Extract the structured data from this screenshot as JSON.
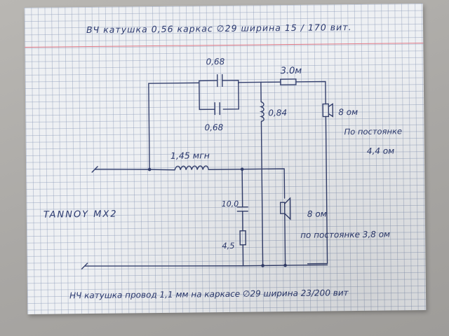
{
  "sheet": {
    "top_note": "ВЧ катушка 0,56 каркас ∅29 ширина 15 / 170 вит.",
    "bottom_note": "НЧ катушка провод 1,1 мм на каркасе ∅29 ширина 23/200 вит",
    "model": "TANNOY MX2"
  },
  "schematic": {
    "cap_top": "0,68",
    "cap_bottom": "0,68",
    "resistor_top": "3.0м",
    "inductor_hf": "0,84",
    "tweeter_ohms": "8 ом",
    "tweeter_dc": "По постоянке",
    "tweeter_dc_value": "4,4 ом",
    "inductor_lf": "1,45 мгн",
    "cap_lf": "10,0",
    "res_lf": "4,5",
    "woofer_ohms": "8 ом",
    "woofer_dc": "по постоянке 3,8 ом"
  }
}
